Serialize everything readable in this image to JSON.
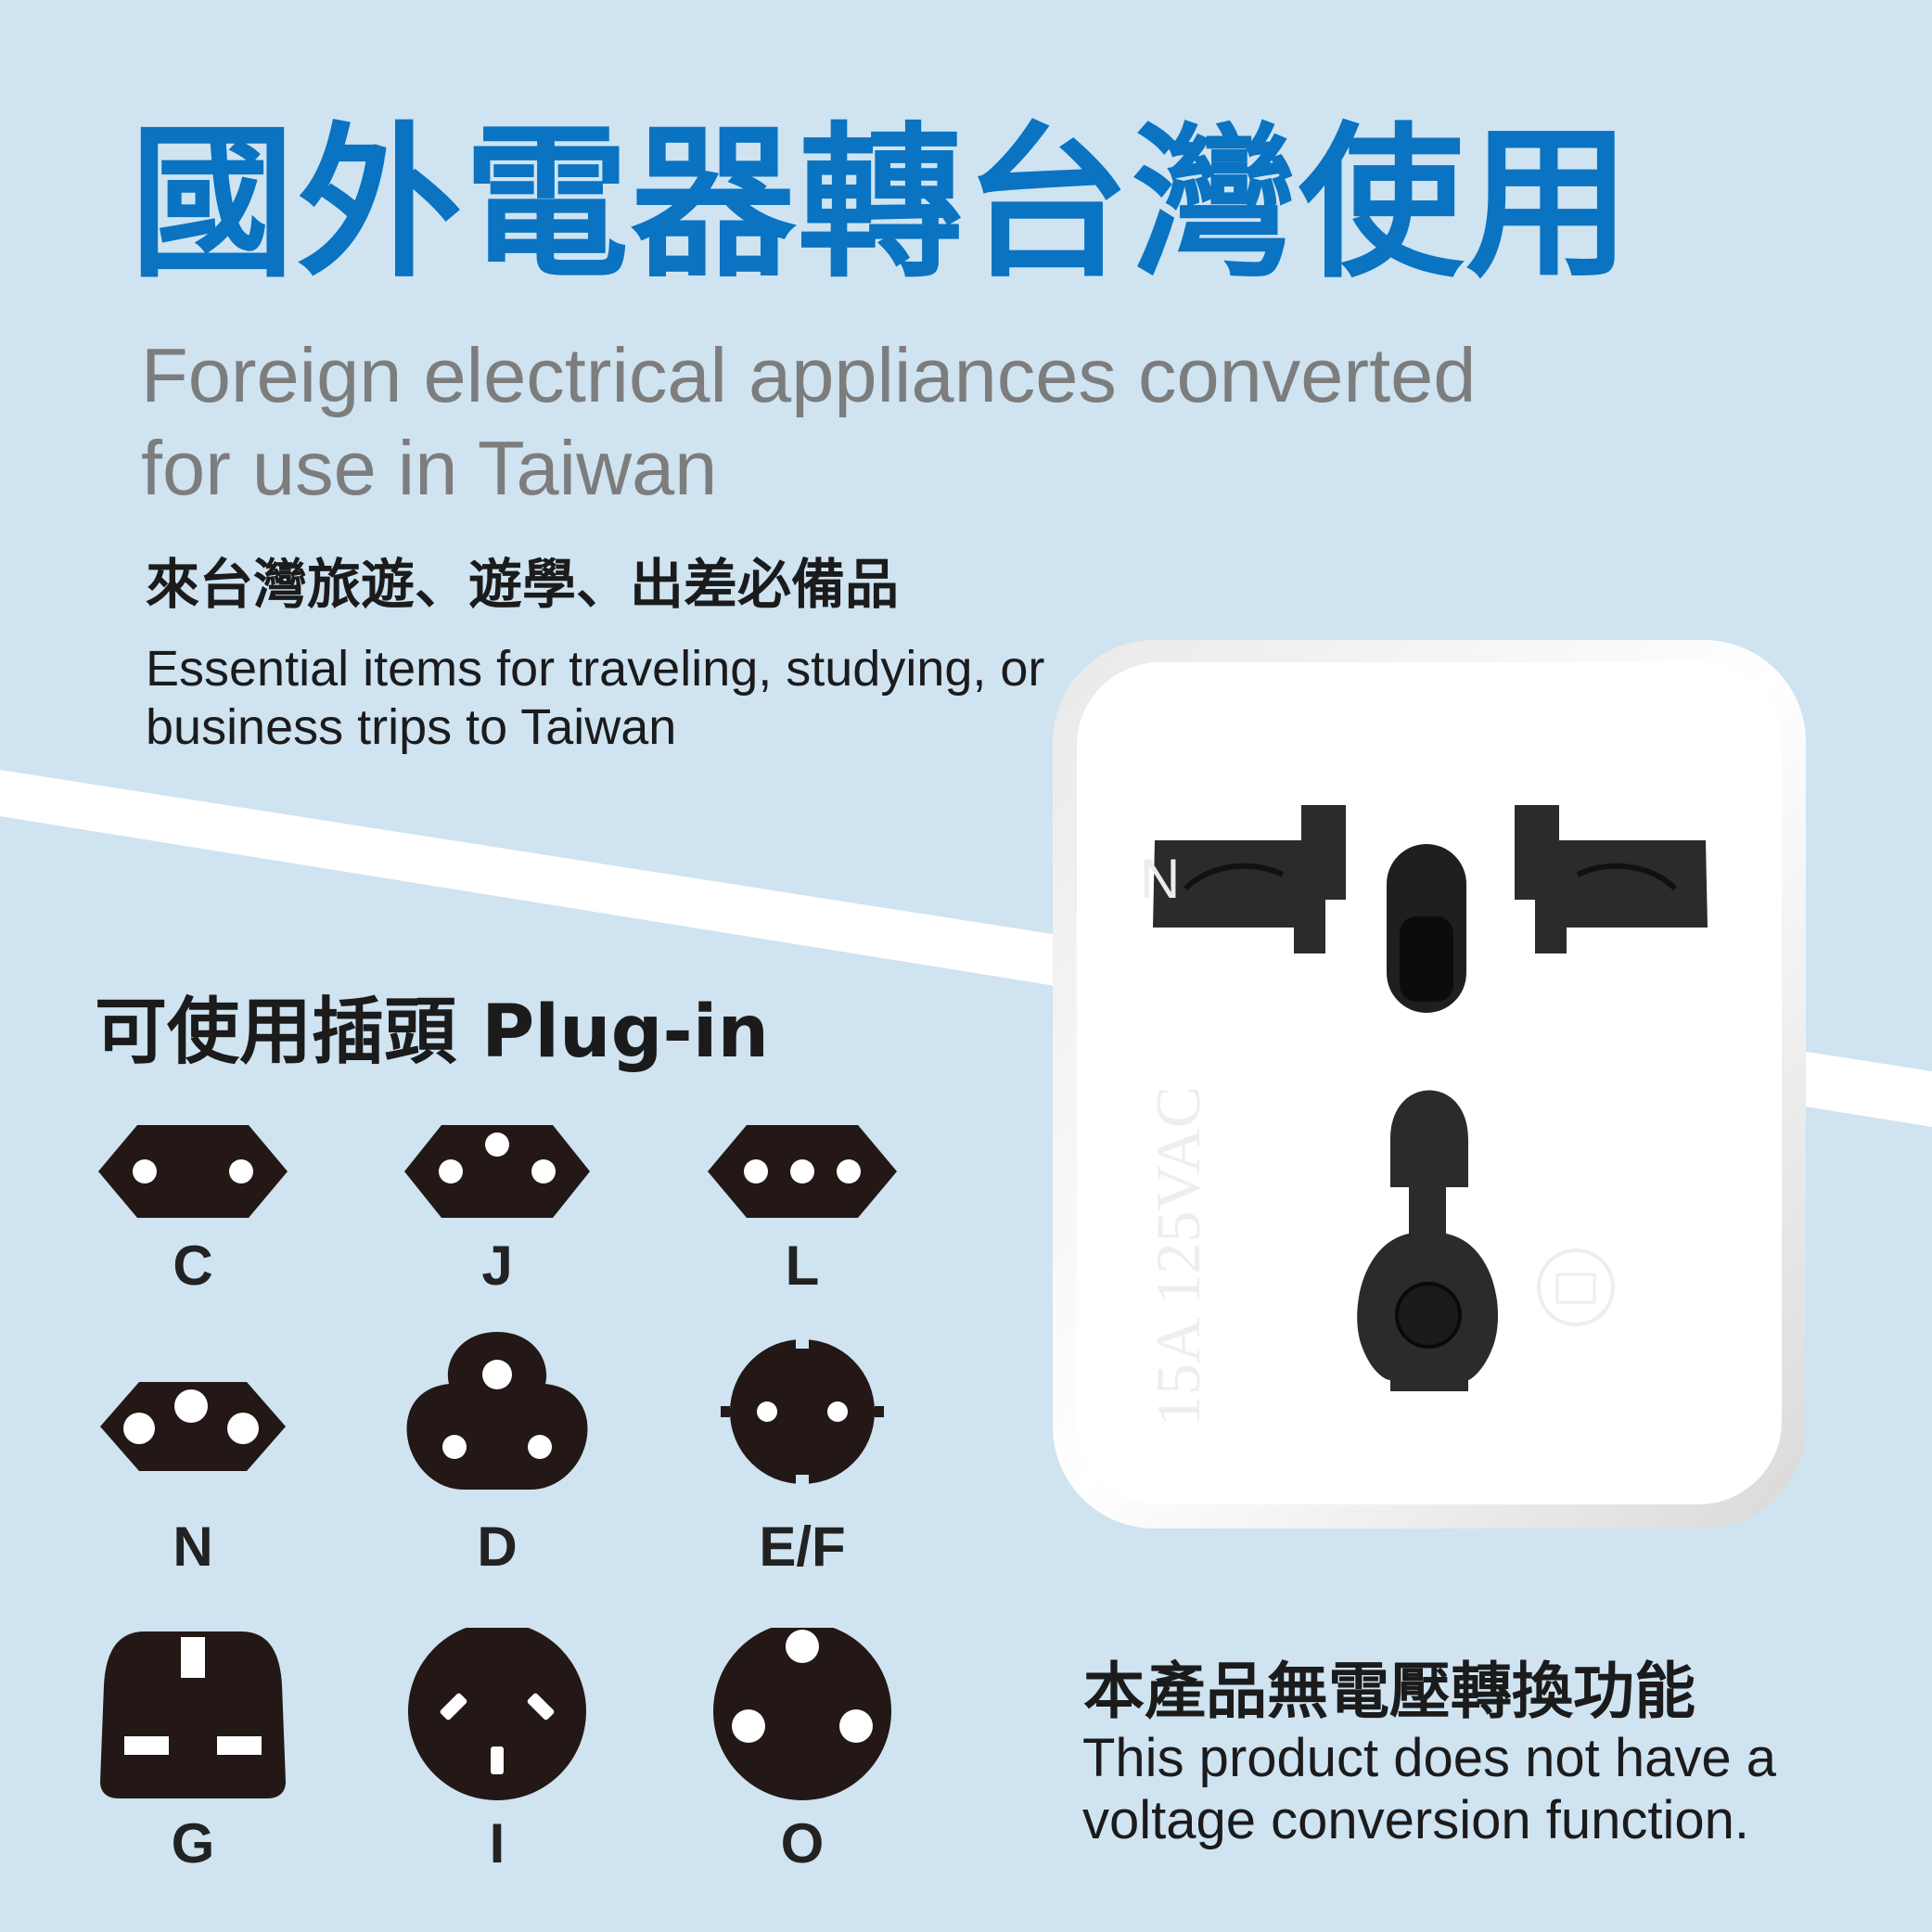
{
  "header": {
    "title": "國外電器轉台灣使用",
    "subtitle": "Foreign electrical appliances converted for use in Taiwan"
  },
  "tagline": {
    "zh": "來台灣旅遊、遊學、出差必備品",
    "en": "Essential items for traveling, studying, or business trips to Taiwan"
  },
  "plugs": {
    "heading": "可使用插頭 Plug-in",
    "items": [
      {
        "label": "C",
        "icon": "plug-type-c-icon"
      },
      {
        "label": "J",
        "icon": "plug-type-j-icon"
      },
      {
        "label": "L",
        "icon": "plug-type-l-icon"
      },
      {
        "label": "N",
        "icon": "plug-type-n-icon"
      },
      {
        "label": "D",
        "icon": "plug-type-d-icon"
      },
      {
        "label": "E/F",
        "icon": "plug-type-ef-icon"
      },
      {
        "label": "G",
        "icon": "plug-type-g-icon"
      },
      {
        "label": "I",
        "icon": "plug-type-i-icon"
      },
      {
        "label": "O",
        "icon": "plug-type-o-icon"
      }
    ]
  },
  "socket": {
    "rating": "15A 125VAC",
    "neutral_mark": "N",
    "icon": "universal-socket-icon"
  },
  "notice": {
    "zh": "本產品無電壓轉換功能",
    "en": "This product does not have a voltage conversion function."
  },
  "colors": {
    "background": "#cfe3f1",
    "title": "#0a73c2",
    "subtitle": "#7d7d7d",
    "plug_icon": "#231815",
    "text": "#1b1b1b"
  }
}
